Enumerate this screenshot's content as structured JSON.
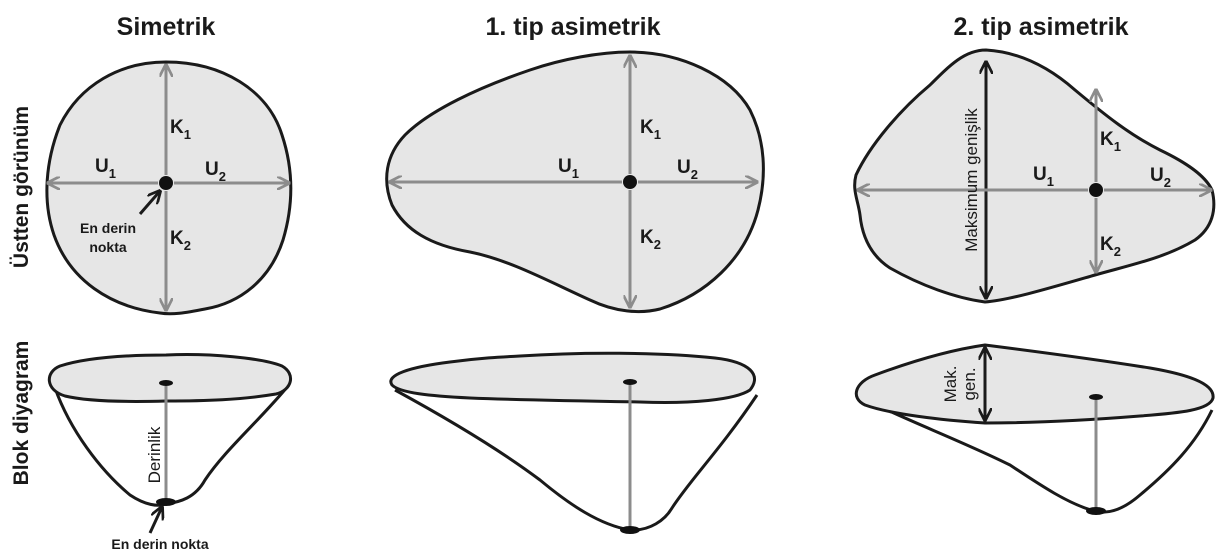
{
  "columns": {
    "symmetric": "Simetrik",
    "type1": "1. tip asimetrik",
    "type2": "2. tip asimetrik"
  },
  "rows": {
    "top_view": "Üstten görünüm",
    "block_diagram": "Blok diyagram"
  },
  "axes": {
    "k": "K",
    "u": "U",
    "sub1": "1",
    "sub2": "2"
  },
  "labels": {
    "deepest_point_line1": "En derin",
    "deepest_point_line2": "nokta",
    "deepest_point": "En derin nokta",
    "depth": "Derinlik",
    "max_width": "Maksimum genişlik",
    "max_width_short_line1": "Mak.",
    "max_width_short_line2": "gen."
  },
  "colors": {
    "outline": "#1a1a1a",
    "fill": "#e6e6e6",
    "axis_gray": "#8c8c8c"
  }
}
